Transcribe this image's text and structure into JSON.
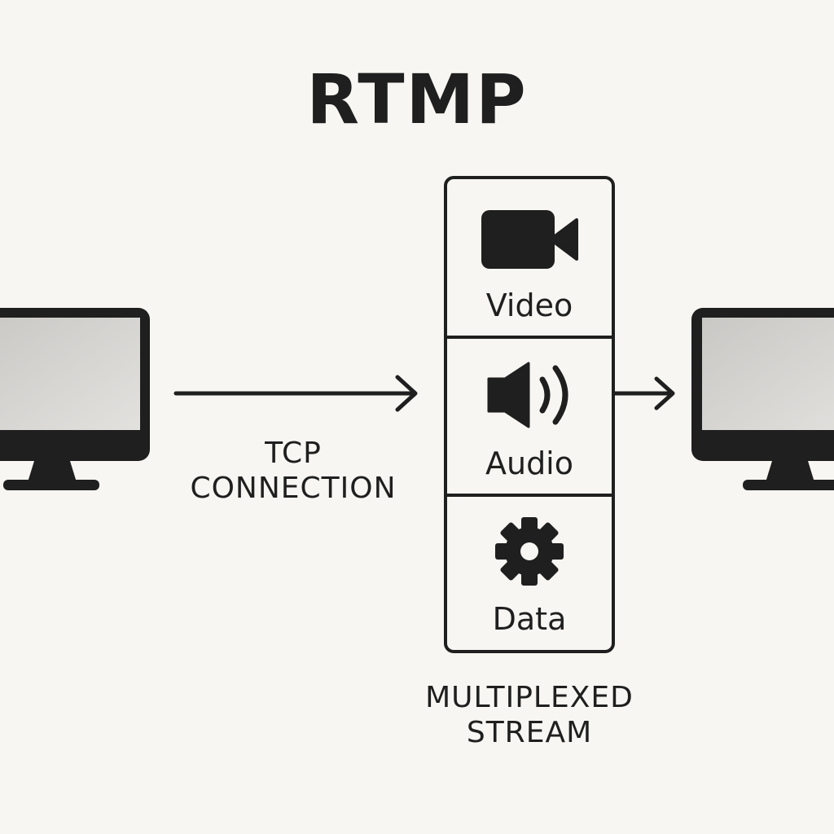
{
  "diagram": {
    "title": "RTMP",
    "connection": {
      "label_line1": "TCP",
      "label_line2": "CONNECTION"
    },
    "multiplexed": {
      "label_line1": "MULTIPLEXED",
      "label_line2": "STREAM"
    },
    "streams": [
      {
        "label": "Video",
        "icon": "video-camera-icon"
      },
      {
        "label": "Audio",
        "icon": "speaker-icon"
      },
      {
        "label": "Data",
        "icon": "gear-icon"
      }
    ],
    "nodes": {
      "sender_icon": "monitor-icon",
      "receiver_icon": "monitor-icon"
    },
    "colors": {
      "background": "#f7f6f2",
      "ink": "#1f1f1f",
      "screen": "#d6d5d2"
    }
  }
}
